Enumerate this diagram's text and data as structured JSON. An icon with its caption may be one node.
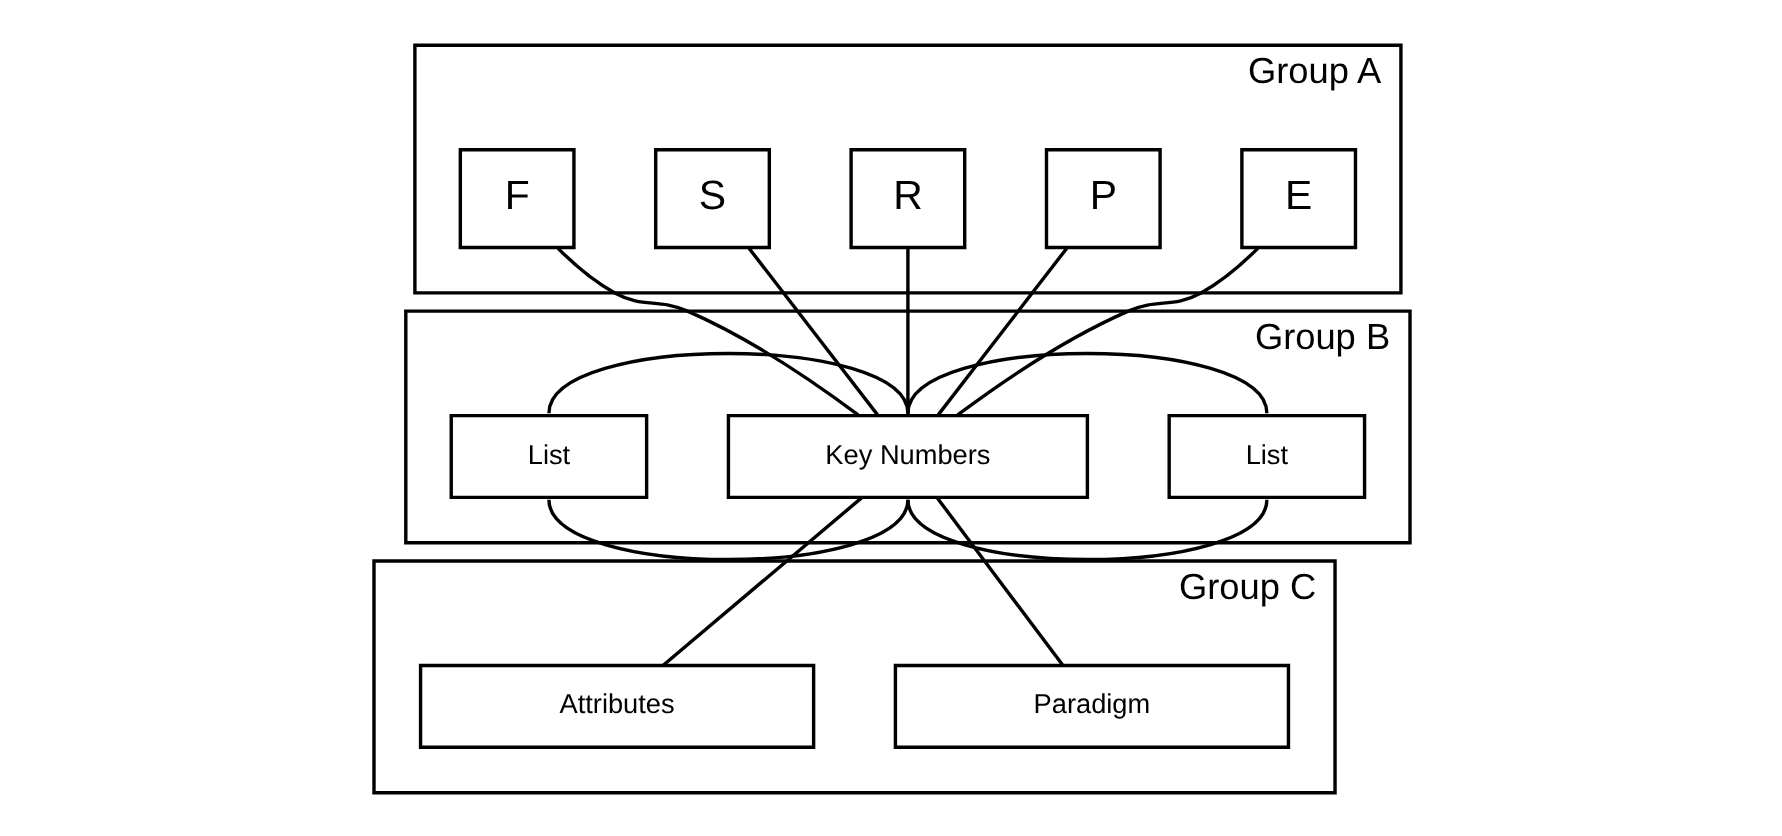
{
  "diagram": {
    "nodes": [
      {
        "text": [
          "Group A"
        ]
      },
      {
        "text": [
          "E"
        ],
        "in": 0
      },
      {
        "text": [
          "P"
        ],
        "in": 0
      },
      {
        "text": [
          "R"
        ],
        "in": 0
      },
      {
        "text": [
          "S"
        ],
        "in": 0
      },
      {
        "text": [
          "F"
        ],
        "in": 0
      },
      {
        "text": [
          "Group B"
        ]
      },
      {
        "text": [
          "List"
        ],
        "in": 6
      },
      {
        "text": [
          "Key Numbers"
        ],
        "in": 6
      },
      {
        "text": [
          "List"
        ],
        "in": 6
      },
      {
        "text": [
          "Group C"
        ]
      },
      {
        "text": [
          "Paradigm"
        ],
        "in": 10
      },
      {
        "text": [
          "Attributes"
        ],
        "in": 10
      }
    ],
    "edges": [
      {
        "from": 1,
        "to": 8,
        "arrow": "none"
      },
      {
        "from": 2,
        "to": 8,
        "arrow": "none"
      },
      {
        "from": 3,
        "to": 8,
        "arrow": "none"
      },
      {
        "from": 4,
        "to": 8,
        "arrow": "none"
      },
      {
        "from": 5,
        "to": 8,
        "arrow": "none"
      },
      {
        "from": 7,
        "to": 8,
        "arrow": "none"
      },
      {
        "from": 7,
        "to": 8,
        "arrow": "none"
      },
      {
        "from": 8,
        "to": 9,
        "arrow": "none"
      },
      {
        "from": 8,
        "to": 9,
        "arrow": "none"
      },
      {
        "from": 8,
        "to": 11,
        "arrow": "none"
      },
      {
        "from": 8,
        "to": 12,
        "arrow": "none"
      }
    ]
  }
}
